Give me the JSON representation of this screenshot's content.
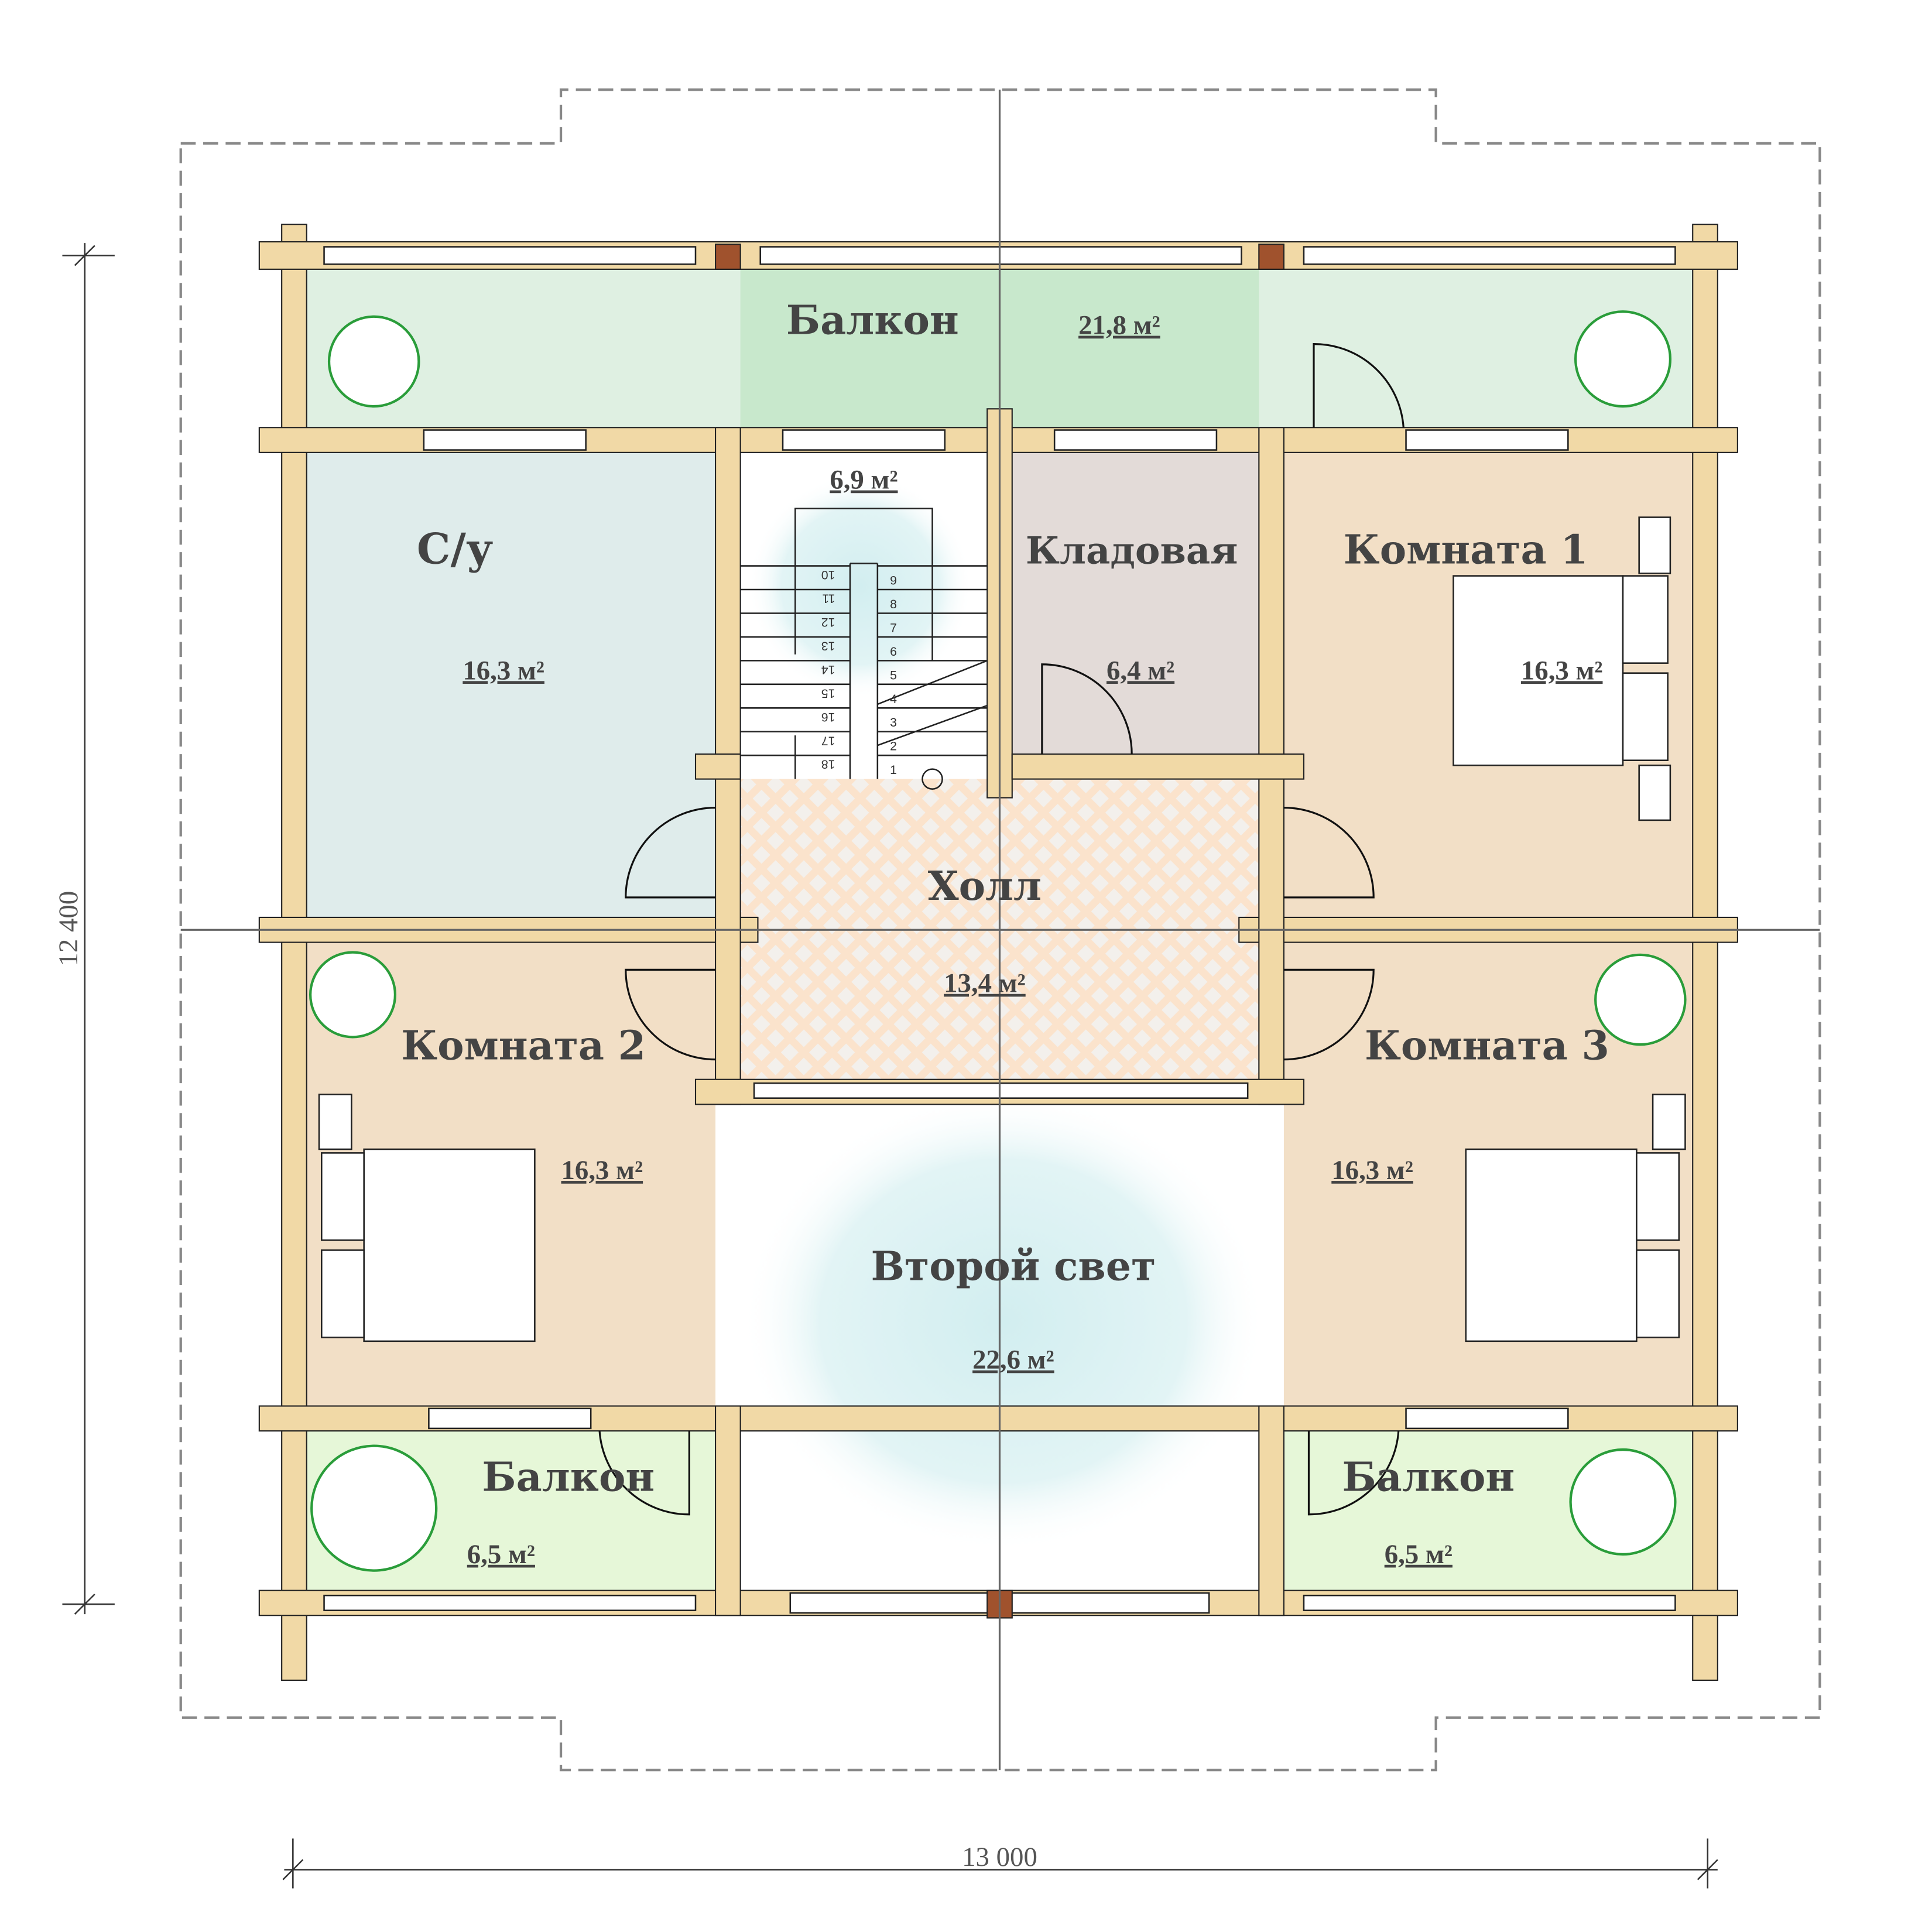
{
  "rooms": {
    "balcony_top": {
      "name": "Балкон",
      "area": "21,8 м²",
      "color": "#c8e8cc"
    },
    "bathroom": {
      "name": "С/у",
      "area": "16,3 м²",
      "color": "#dfeceb"
    },
    "stairs": {
      "area": "6,9 м²"
    },
    "storage": {
      "name": "Кладовая",
      "area": "6,4 м²",
      "color": "#e3dbd8"
    },
    "room1": {
      "name": "Комната 1",
      "area": "16,3 м²",
      "color": "#f2dfc6"
    },
    "hall": {
      "name": "Холл",
      "area": "13,4 м²",
      "color": "#fbe3cc"
    },
    "room2": {
      "name": "Комната 2",
      "area": "16,3 м²",
      "color": "#f2dfc6"
    },
    "room3": {
      "name": "Комната 3",
      "area": "16,3 м²",
      "color": "#f2dfc6"
    },
    "second_light": {
      "name": "Второй свет",
      "area": "22,6 м²"
    },
    "balcony_left": {
      "name": "Балкон",
      "area": "6,5 м²",
      "color": "#e6f7d8"
    },
    "balcony_right": {
      "name": "Балкон",
      "area": "6,5 м²",
      "color": "#e6f7d8"
    }
  },
  "stair_steps_up": [
    "1",
    "2",
    "3",
    "4",
    "5",
    "6",
    "7",
    "8",
    "9"
  ],
  "stair_steps_down": [
    "10",
    "11",
    "12",
    "13",
    "14",
    "15",
    "16",
    "17",
    "18"
  ],
  "dimensions": {
    "height": "12 400",
    "width": "13 000"
  },
  "colors": {
    "wall": "#f1d9a6",
    "column": "#a0522d"
  }
}
